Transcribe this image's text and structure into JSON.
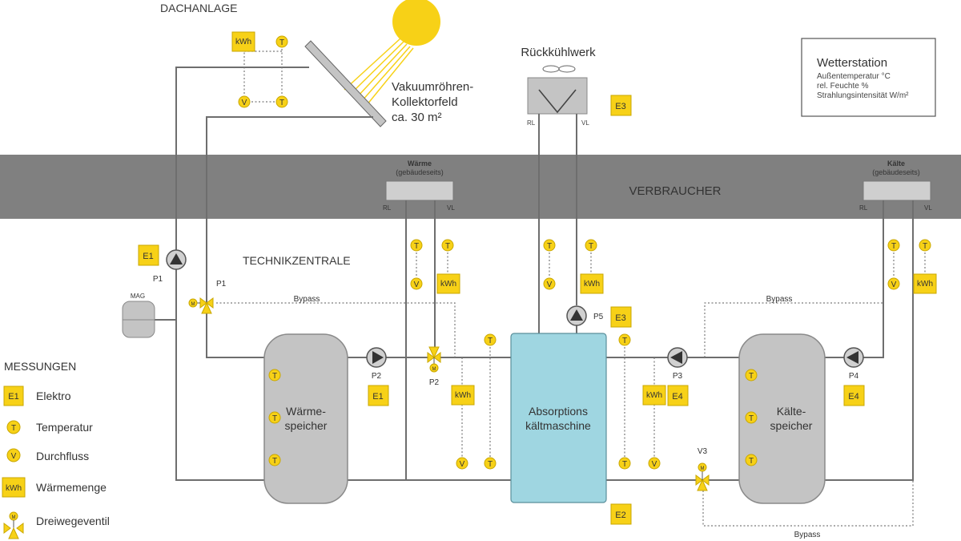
{
  "title_roof": "DACHANLAGE",
  "title_technik": "TECHNIKZENTRALE",
  "band_label": "VERBRAUCHER",
  "collector": {
    "line1": "Vakuumröhren-",
    "line2": "Kollektorfeld",
    "line3": "ca. 30 m²"
  },
  "cooling_tower": "Rückkühlwerk",
  "weather": {
    "title": "Wetterstation",
    "l1": "Außentemperatur °C",
    "l2": "rel. Feuchte %",
    "l3": "Strahlungsintensität W/m²"
  },
  "consumer_heat": {
    "title": "Wärme",
    "sub": "(gebäudeseits)"
  },
  "consumer_cold": {
    "title": "Kälte",
    "sub": "(gebäudeseits)"
  },
  "rl": "RL",
  "vl": "VL",
  "mag": "MAG",
  "bypass": "Bypass",
  "tank_heat": {
    "l1": "Wärme-",
    "l2": "speicher"
  },
  "tank_abs": {
    "l1": "Absorptions",
    "l2": "kältmaschine"
  },
  "tank_cold": {
    "l1": "Kälte-",
    "l2": "speicher"
  },
  "sym": {
    "t": "T",
    "v": "V",
    "kwh": "kWh",
    "m": "M"
  },
  "pumps": {
    "p1": "P1",
    "p2": "P2",
    "p3": "P3",
    "p4": "P4",
    "p5": "P5"
  },
  "valves": {
    "v3": "V3"
  },
  "meters": {
    "e1": "E1",
    "e2": "E2",
    "e3": "E3",
    "e4": "E4"
  },
  "legend": {
    "title": "MESSUNGEN",
    "items": [
      {
        "sym": "E1",
        "label": "Elektro"
      },
      {
        "sym": "T",
        "label": "Temperatur"
      },
      {
        "sym": "V",
        "label": "Durchfluss"
      },
      {
        "sym": "kWh",
        "label": "Wärmemenge"
      },
      {
        "sym": "M",
        "label": "Dreiwegeventil"
      }
    ]
  },
  "colors": {
    "sensor": "#f7d117",
    "band": "#808080",
    "tank": "#c4c4c4",
    "absorber": "#9fd6e1",
    "pipe": "#6e6e6e"
  }
}
